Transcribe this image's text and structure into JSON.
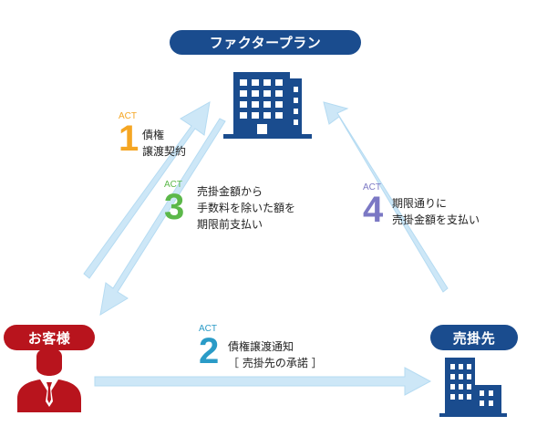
{
  "parties": {
    "factor": "ファクタープラン",
    "client": "お客様",
    "buyer": "売掛先"
  },
  "steps": [
    {
      "tag": "ACT",
      "number": "1",
      "lines": [
        "債権",
        "譲渡契約"
      ],
      "color": "#f5a623"
    },
    {
      "tag": "ACT",
      "number": "2",
      "lines": [
        "債権譲渡通知",
        "［ 売掛先の承諾 ］"
      ],
      "color": "#2a9bc7"
    },
    {
      "tag": "ACT",
      "number": "3",
      "lines": [
        "売掛金額から",
        "手数料を除いた額を",
        "期限前支払い"
      ],
      "color": "#5cb84a"
    },
    {
      "tag": "ACT",
      "number": "4",
      "lines": [
        "期限通りに",
        "売掛金額を支払い"
      ],
      "color": "#7b78c4"
    }
  ],
  "colors": {
    "navy": "#1a4c8e",
    "red": "#b8141d",
    "arrow": "#cde7f7",
    "arrow_edge": "#a9d4ef"
  },
  "icons": {
    "factor": "office-building-icon",
    "client": "person-icon",
    "buyer": "buildings-icon"
  }
}
